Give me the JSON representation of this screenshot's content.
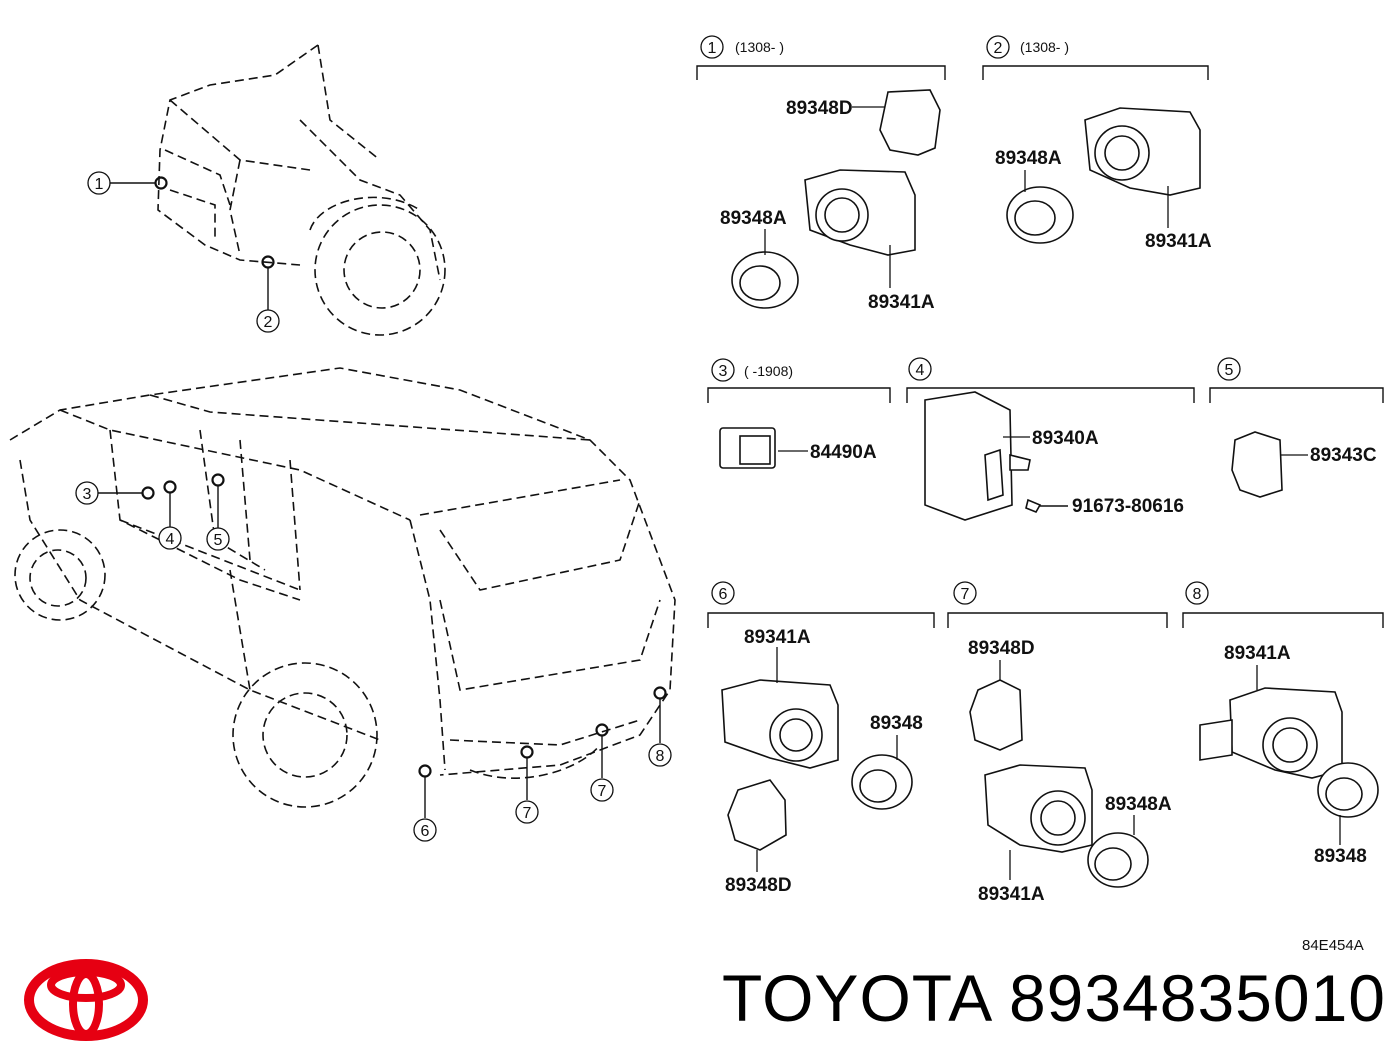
{
  "brand": {
    "name": "TOYOTA",
    "part_number": "8934835010",
    "logo_color": "#e60012"
  },
  "diagram_code": "84E454A",
  "callouts": [
    "1",
    "2",
    "3",
    "4",
    "5",
    "6",
    "7",
    "8"
  ],
  "groups": [
    {
      "id": "1",
      "note": "(1308-      )",
      "parts": [
        "89348D",
        "89348A",
        "89341A"
      ]
    },
    {
      "id": "2",
      "note": "(1308-      )",
      "parts": [
        "89348A",
        "89341A"
      ]
    },
    {
      "id": "3",
      "note": "(      -1908)",
      "parts": [
        "84490A"
      ]
    },
    {
      "id": "4",
      "note": "",
      "parts": [
        "89340A",
        "91673-80616"
      ]
    },
    {
      "id": "5",
      "note": "",
      "parts": [
        "89343C"
      ]
    },
    {
      "id": "6",
      "note": "",
      "parts": [
        "89341A",
        "89348",
        "89348D"
      ]
    },
    {
      "id": "7",
      "note": "",
      "parts": [
        "89348D",
        "89348A",
        "89341A"
      ]
    },
    {
      "id": "8",
      "note": "",
      "parts": [
        "89341A",
        "89348"
      ]
    }
  ]
}
